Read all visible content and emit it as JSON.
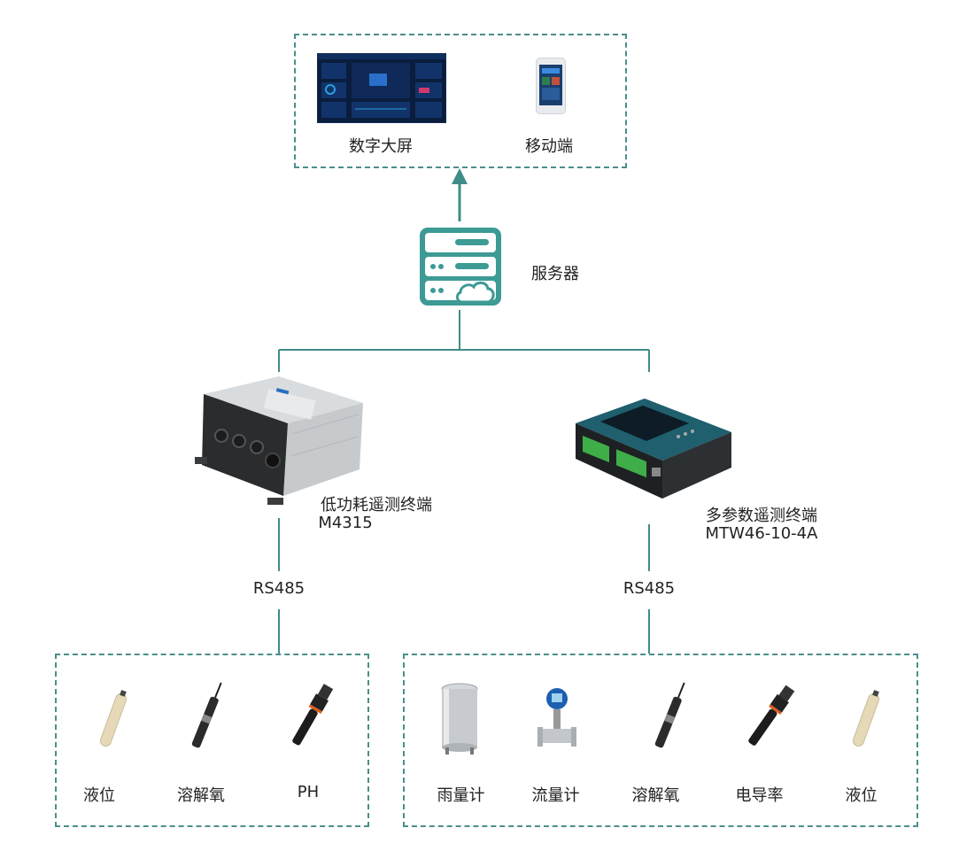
{
  "top": {
    "screen_label": "数字大屏",
    "mobile_label": "移动端"
  },
  "server": {
    "label": "服务器"
  },
  "terminals": {
    "left": {
      "name": "低功耗遥测终端",
      "model": "M4315",
      "bus": "RS485"
    },
    "right": {
      "name": "多参数遥测终端",
      "model": "MTW46-10-4A",
      "bus": "RS485"
    }
  },
  "left_sensors": [
    "液位",
    "溶解氧",
    "PH"
  ],
  "right_sensors": [
    "雨量计",
    "流量计",
    "溶解氧",
    "电导率",
    "液位"
  ],
  "colors": {
    "accent": "#3d9a95",
    "line": "#3f8c88",
    "dash": "#4a8f8a"
  },
  "icons": [
    "server-cloud-icon",
    "arrow-up-icon"
  ]
}
